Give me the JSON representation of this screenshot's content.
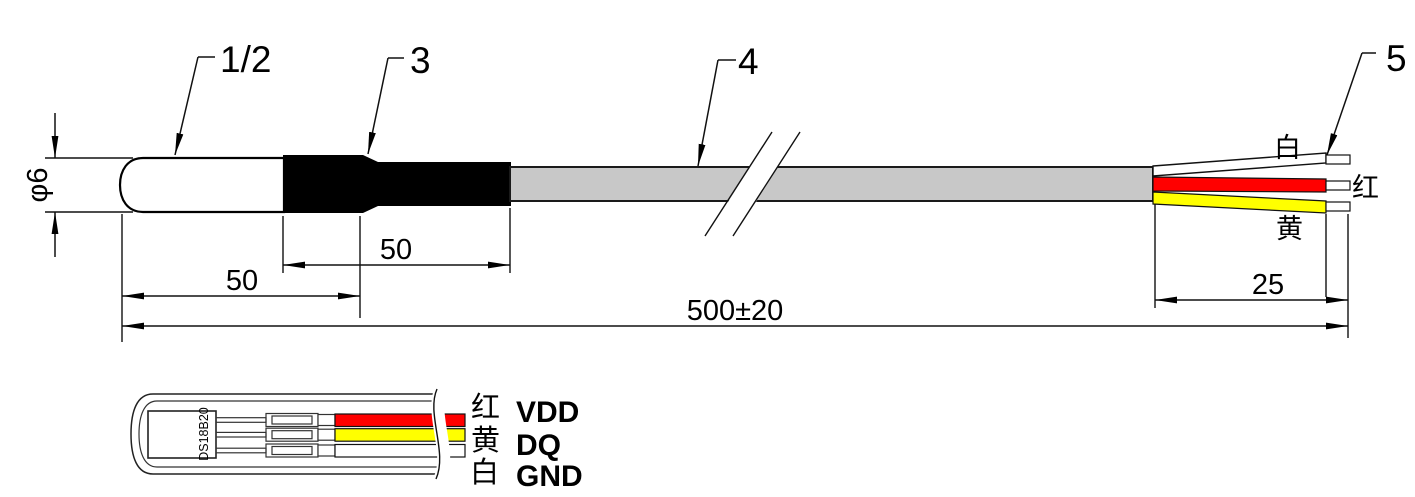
{
  "main_view": {
    "callouts": {
      "probe_tube": "1/2",
      "heat_shrink": "3",
      "cable": "4",
      "wire_ends": "5"
    },
    "dimensions": {
      "diameter": "φ6",
      "tube_length": "50",
      "shrink_length": "50",
      "total_length": "500±20",
      "strip_length": "25"
    },
    "wire_labels": {
      "white": "白",
      "red": "红",
      "yellow": "黄"
    }
  },
  "detail_view": {
    "chip_marking": "DS18B20",
    "pinout": [
      {
        "wire_color_label": "红",
        "signal": "VDD"
      },
      {
        "wire_color_label": "黄",
        "signal": "DQ"
      },
      {
        "wire_color_label": "白",
        "signal": "GND"
      }
    ]
  },
  "colors": {
    "wire_red": "#FF0000",
    "wire_yellow": "#FFFF00",
    "wire_white": "#FFFFFF",
    "cable_gray": "#C8C8C8",
    "shrink_black": "#000000"
  }
}
